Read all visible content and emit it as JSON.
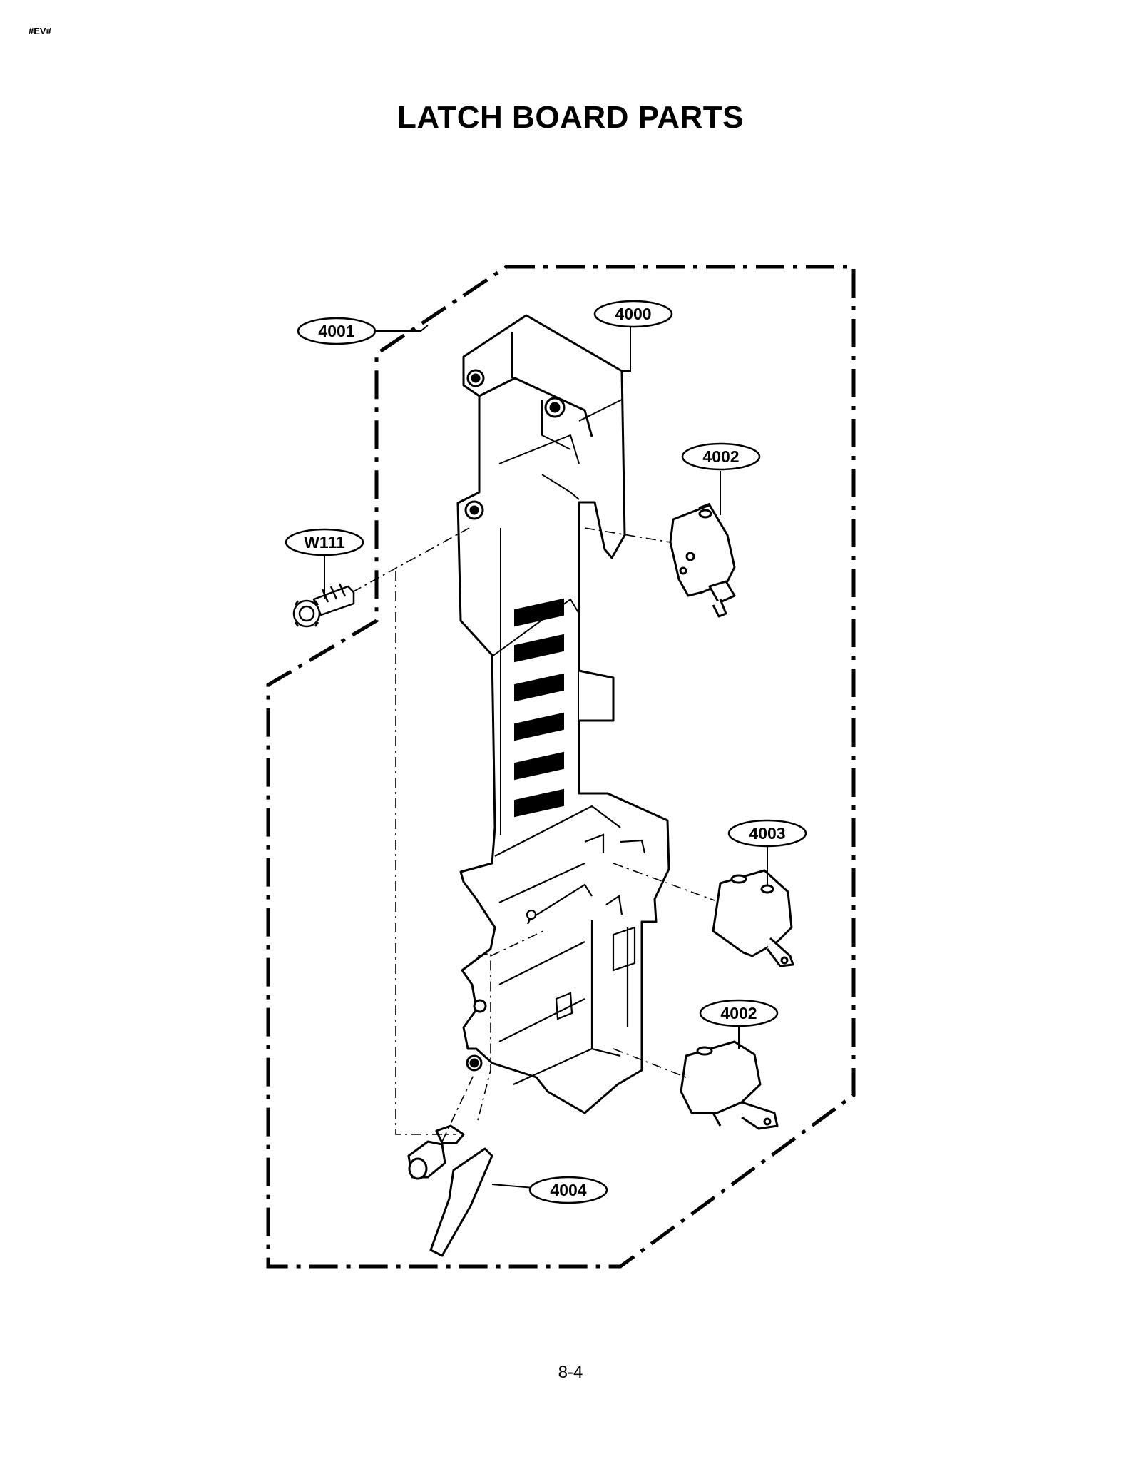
{
  "header_tag": "#EV#",
  "title": "LATCH BOARD PARTS",
  "page_number": "8-4",
  "callouts": [
    {
      "id": "callout-4001",
      "label": "4001"
    },
    {
      "id": "callout-4000",
      "label": "4000"
    },
    {
      "id": "callout-4002-top",
      "label": "4002"
    },
    {
      "id": "callout-w111",
      "label": "W111"
    },
    {
      "id": "callout-4003",
      "label": "4003"
    },
    {
      "id": "callout-4002-bottom",
      "label": "4002"
    },
    {
      "id": "callout-4004",
      "label": "4004"
    }
  ]
}
